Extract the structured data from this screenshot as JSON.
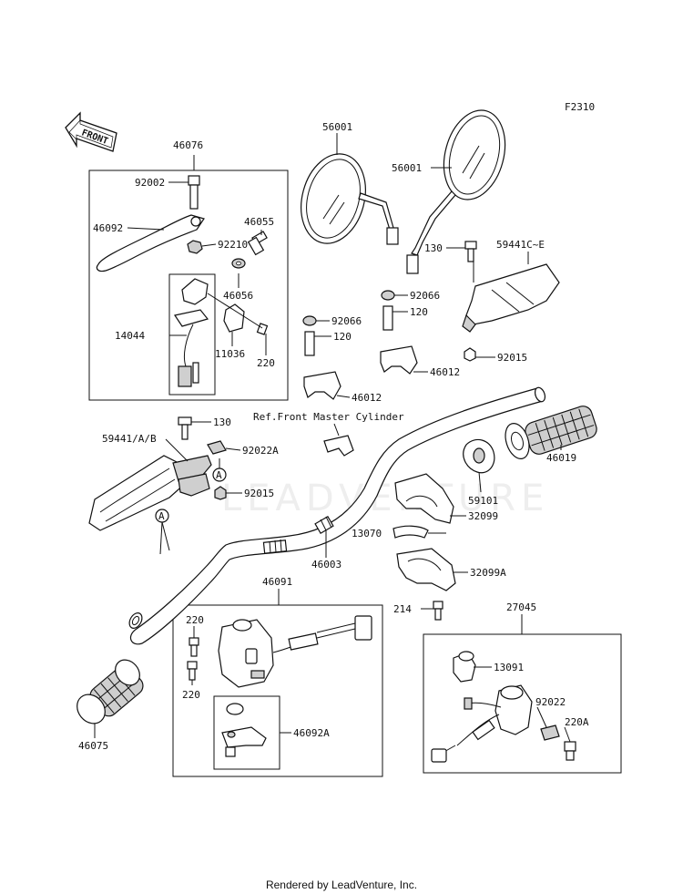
{
  "figure_code": "F2310",
  "front_label": "FRONT",
  "reference_note": "Ref.Front Master Cylinder",
  "watermark": "LEADVENTURE",
  "footer": "Rendered by LeadVenture, Inc.",
  "callouts": {
    "c46076": "46076",
    "c92002": "92002",
    "c46092": "46092",
    "c46055": "46055",
    "c92210": "92210",
    "c46056": "46056",
    "c14044": "14044",
    "c11036": "11036",
    "c220a": "220",
    "c56001a": "56001",
    "c56001b": "56001",
    "c130a": "130",
    "c59441ce": "59441C~E",
    "c92066a": "92066",
    "c120a": "120",
    "c92066b": "92066",
    "c120b": "120",
    "c92015a": "92015",
    "c46012a": "46012",
    "c46012b": "46012",
    "c130b": "130",
    "c59441ab": "59441/A/B",
    "c92022a": "92022A",
    "markerA1": "A",
    "c92015b": "92015",
    "markerA2": "A",
    "c46019": "46019",
    "c59101": "59101",
    "c32099": "32099",
    "c13070": "13070",
    "c46003": "46003",
    "c32099a": "32099A",
    "c214": "214",
    "c46091": "46091",
    "c220b": "220",
    "c220c": "220",
    "c46092a": "46092A",
    "c27045": "27045",
    "c13091": "13091",
    "c92022": "92022",
    "c220a2": "220A",
    "c46075": "46075"
  }
}
